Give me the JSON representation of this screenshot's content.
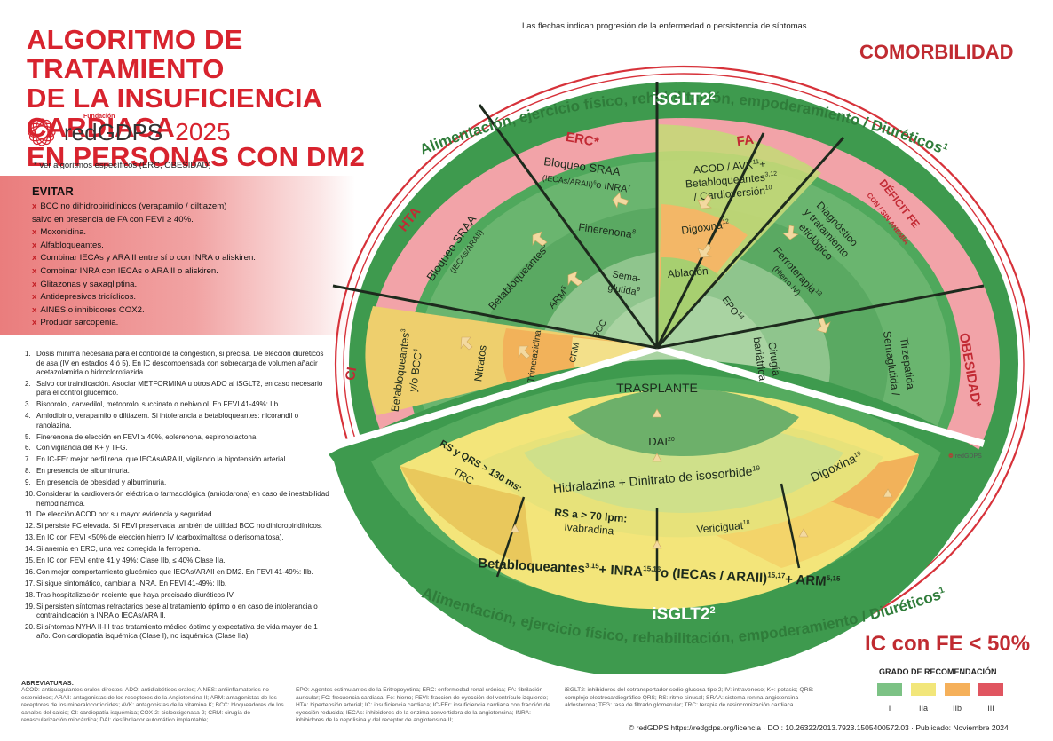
{
  "header": {
    "title_lines": [
      "ALGORITMO DE TRATAMIENTO",
      "DE LA INSUFICIENCIA CARDIACA",
      "EN PERSONAS CON DM2"
    ],
    "brand_foundation": "Fundación",
    "brand_name": "redGDPS",
    "year": "2025",
    "note": "* ver algoritmos específicos (ERC, OBESIDAD)"
  },
  "top_note": "Las flechas indican progresión de la enfermedad o persistencia de síntomas.",
  "comorbidity_label": "COMORBILIDAD",
  "ic_label": "IC con FE < 50%",
  "evitar": {
    "title": "EVITAR",
    "items": [
      "BCC no dihidropiridínicos (verapamilo / diltiazem)",
      "salvo en presencia de FA con FEVI ≥ 40%.",
      "Moxonidina.",
      "Alfabloqueantes.",
      "Combinar IECAs y ARA II entre sí o con INRA o aliskiren.",
      "Combinar INRA con IECAs o ARA II o aliskiren.",
      "Glitazonas y saxagliptina.",
      "Antidepresivos tricíclicos.",
      "AINES o inhibidores COX2.",
      "Producir sarcopenia."
    ]
  },
  "footnotes": [
    {
      "n": "1.",
      "text": "Dosis mínima necesaria para el control de la congestión, si precisa. De elección diuréticos de asa (IV en estadios 4 ó 5). En IC descompensada con sobrecarga de volumen añadir acetazolamida o hidroclorotiazida."
    },
    {
      "n": "2.",
      "text": "Salvo contraindicación. Asociar METFORMINA u otros ADO al iSGLT2, en caso necesario para el control glucémico."
    },
    {
      "n": "3.",
      "text": "Bisoprolol, carvedilol, metoprolol succinato o nebivolol. En FEVI 41-49%: IIb."
    },
    {
      "n": "4.",
      "text": "Amlodipino, verapamilo o diltiazem. Si intolerancia a betabloqueantes: nicorandil o ranolazina."
    },
    {
      "n": "5.",
      "text": "Finerenona de elección en FEVI ≥ 40%, eplerenona, espironolactona."
    },
    {
      "n": "6.",
      "text": "Con vigilancia del K+ y TFG."
    },
    {
      "n": "7.",
      "text": "En IC-FEr mejor perfil renal que IECAs/ARA II, vigilando la hipotensión arterial."
    },
    {
      "n": "8.",
      "text": "En presencia de albuminuria."
    },
    {
      "n": "9.",
      "text": "En presencia de obesidad y albuminuria."
    },
    {
      "n": "10.",
      "text": "Considerar la cardioversión eléctrica o farmacológica (amiodarona) en caso de inestabilidad hemodinámica."
    },
    {
      "n": "11.",
      "text": "De elección ACOD por su mayor evidencia y seguridad."
    },
    {
      "n": "12.",
      "text": "Si persiste FC elevada. Si FEVI preservada también de utilidad BCC no dihidropiridínicos."
    },
    {
      "n": "13.",
      "text": "En IC con FEVI <50% de elección hierro IV (carboximaltosa o derisomaltosa)."
    },
    {
      "n": "14.",
      "text": "Si anemia en ERC, una vez corregida la ferropenia."
    },
    {
      "n": "15.",
      "text": "En IC con FEVI entre 41 y 49%: Clase IIb, ≤ 40% Clase IIa."
    },
    {
      "n": "16.",
      "text": "Con mejor comportamiento glucémico que IECAs/ARAII en DM2. En FEVI 41-49%: IIb."
    },
    {
      "n": "17.",
      "text": "Si sigue sintomático, cambiar a INRA. En FEVI 41-49%: IIb."
    },
    {
      "n": "18.",
      "text": "Tras hospitalización reciente que haya precisado diuréticos IV."
    },
    {
      "n": "19.",
      "text": "Si persisten síntomas refractarios pese al tratamiento óptimo o en caso de intolerancia o contraindicación a INRA o IECAs/ARA II."
    },
    {
      "n": "20.",
      "text": "Si síntomas NYHA II-III tras tratamiento médico óptimo y expectativa de vida mayor de 1 año. Con cardiopatía isquémica (Clase I), no isquémica (Clase IIa)."
    }
  ],
  "abbreviations": {
    "title": "ABREVIATURAS:",
    "col1": "ACOD: anticoagulantes orales directos; ADO: antidiabéticos orales; AINES: antiinflamatorios no esteroideos; ARAII: antagonistas de los receptores de la Angiotensina II; ARM: antagonistas de los receptores de los mineralocorticoides; AVK: antagonistas de la vitamina K; BCC: bloqueadores de los canales del calcio; CI: cardiopatía isquémica; COX-2: ciclooxigenasa-2; CRM: cirugía de revascularización miocárdica; DAI: desfibrilador automático implantable;",
    "col2": "EPO: Agentes estimulantes de la Eritropoyetina; ERC: enfermedad renal crónica; FA: fibrilación auricular; FC: frecuencia cardiaca; Fe: hierro; FEVI: fracción de eyección del ventrículo izquierdo; HTA: hipertensión arterial; IC: insuficiencia cardiaca; IC-FEr: insuficiencia cardiaca con fracción de eyección reducida; IECAs: inhibidores de la enzima convertidora de la angiotensina; INRA: inhibidores de la neprilisina y del receptor de angiotensina II;",
    "col3": "iSGLT2: inhibidores del cotransportador sodio-glucosa tipo 2; IV: intravenoso; K+: potasio; QRS: complejo electrocardiográfico QRS; RS: ritmo sinusal; SRAA: sistema renina-angiotensina-aldosterona; TFG: tasa de filtrado glomerular; TRC: terapia de resincronización cardiaca."
  },
  "grades": {
    "title": "GRADO DE RECOMENDACIÓN",
    "items": [
      {
        "label": "I",
        "color": "#7cc285"
      },
      {
        "label": "IIa",
        "color": "#f2e67a"
      },
      {
        "label": "IIb",
        "color": "#f5b05a"
      },
      {
        "label": "III",
        "color": "#e05560"
      }
    ]
  },
  "copyright": "© redGDPS https://redgdps.org/licencia · DOI: 10.26322/2013.7923.1505400572.03 · Publicado: Noviembre 2024",
  "logo_small": "redGDPS",
  "diagram": {
    "outer_top": "Alimentación, ejercicio físico, rehabilitación, empoderamiento / Diuréticos",
    "outer_top_sup": "1",
    "outer_bottom": "Alimentación, ejercicio físico, rehabilitación, empoderamiento / Diuréticos",
    "outer_bottom_sup": "1",
    "isglt_top": "iSGLT2",
    "isglt_top_sup": "2",
    "isglt_bottom": "iSGLT2",
    "isglt_bottom_sup": "2",
    "sectors": {
      "hta": "HTA",
      "erc": "ERC*",
      "fa": "FA",
      "deficit": "DÉFICIT FE",
      "deficit_sub": "CON / SIN ANEMIA",
      "obesidad": "OBESIDAD*",
      "ci": "CI"
    },
    "hta_items": [
      "Bloqueo SRAA",
      "(IECAs/ARAII)",
      "Betabloqueantes",
      "ARM"
    ],
    "hta_sups": {
      "beta": "3",
      "arm": "5"
    },
    "erc_items": [
      "Bloqueo SRAA",
      "(IECAs/ARAII)",
      "o INRA",
      "Finerenona",
      "Sema-",
      "glutida"
    ],
    "erc_sups": {
      "srraa": "6",
      "inra": "7",
      "finerenona": "8",
      "semaglutida": "9"
    },
    "fa_items": [
      "ACOD / AVK",
      "+",
      "Betabloqueantes",
      "/ Cardioversión",
      "Digoxina",
      "Ablación"
    ],
    "fa_sups": {
      "acod": "11",
      "beta": "3,12",
      "cardio": "10",
      "digoxina": "12"
    },
    "deficit_items": [
      "Diagnóstico",
      "y tratamiento",
      "etiológico",
      "Ferroterapia",
      "(Hierro IV)",
      "EPO"
    ],
    "deficit_sups": {
      "ferro": "13",
      "epo": "14"
    },
    "obesidad_items": [
      "Semaglutida /",
      "Tirzepatida",
      "Cirugía",
      "bariátrica"
    ],
    "ci_items": [
      "Betabloqueantes",
      "y/o BCC",
      "Nitratos",
      "Trimetazidina",
      "CRM",
      "BCC"
    ],
    "ci_sups": {
      "beta": "3",
      "bcc": "4"
    },
    "lower": {
      "trasplante": "TRASPLANTE",
      "dai": "DAI",
      "dai_sup": "20",
      "hidralazina": "Hidralazina + Dinitrato de isosorbide",
      "hidralazina_sup": "19",
      "rs_qrs": "RS y QRS > 130 ms:",
      "trc": "TRC",
      "rs_lpm": "RS a > 70 lpm:",
      "ivabradina": "Ivabradina",
      "vericiguat": "Vericiguat",
      "vericiguat_sup": "18",
      "digoxina": "Digoxina",
      "digoxina_sup": "19",
      "base": "Betabloqueantes",
      "base_sup1": "3,15",
      "base_mid": "+ INRA",
      "base_sup2": "15,16",
      "base_mid2": "o (IECAs / ARAII)",
      "base_sup3": "15,17",
      "base_end": "+ ARM",
      "base_sup4": "5,15"
    }
  }
}
